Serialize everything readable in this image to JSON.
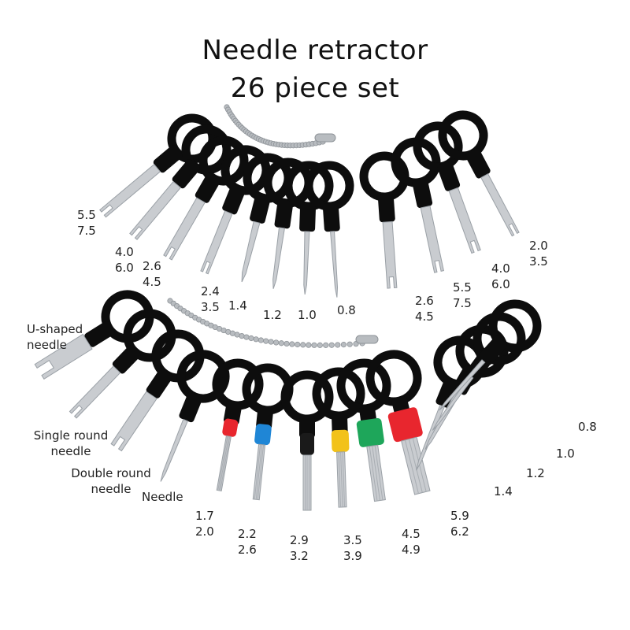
{
  "title": {
    "line1": "Needle retractor",
    "line2": "26 piece set"
  },
  "colors": {
    "handle": "#0d0d0d",
    "steel": "#c9ccd0",
    "chain": "#b8bcc0",
    "sleeve_red": "#e8262e",
    "sleeve_blue": "#1f86d6",
    "sleeve_black": "#1a1a1a",
    "sleeve_yellow": "#f2c21a",
    "sleeve_green": "#1ea65a"
  },
  "sizes_top_left": [
    {
      "a": "5.5",
      "b": "7.5"
    },
    {
      "a": "4.0",
      "b": "6.0"
    },
    {
      "a": "2.6",
      "b": "4.5"
    },
    {
      "a": "2.4",
      "b": "3.5"
    },
    {
      "a": "1.4"
    },
    {
      "a": "1.2"
    },
    {
      "a": "1.0"
    },
    {
      "a": "0.8"
    }
  ],
  "sizes_top_right": [
    {
      "a": "2.6",
      "b": "4.5"
    },
    {
      "a": "5.5",
      "b": "7.5"
    },
    {
      "a": "4.0",
      "b": "6.0"
    },
    {
      "a": "2.0",
      "b": "3.5"
    }
  ],
  "types": {
    "u_shaped": "U-shaped\nneedle",
    "single_round": "Single round\nneedle",
    "double_round": "Double round\nneedle",
    "needle": "Needle"
  },
  "sizes_bottom": [
    {
      "a": "1.7",
      "b": "2.0"
    },
    {
      "a": "2.2",
      "b": "2.6"
    },
    {
      "a": "2.9",
      "b": "3.2"
    },
    {
      "a": "3.5",
      "b": "3.9"
    },
    {
      "a": "4.5",
      "b": "4.9"
    },
    {
      "a": "5.9",
      "b": "6.2"
    }
  ],
  "sizes_bottom_right": [
    {
      "a": "1.4"
    },
    {
      "a": "1.2"
    },
    {
      "a": "1.0"
    },
    {
      "a": "0.8"
    }
  ]
}
